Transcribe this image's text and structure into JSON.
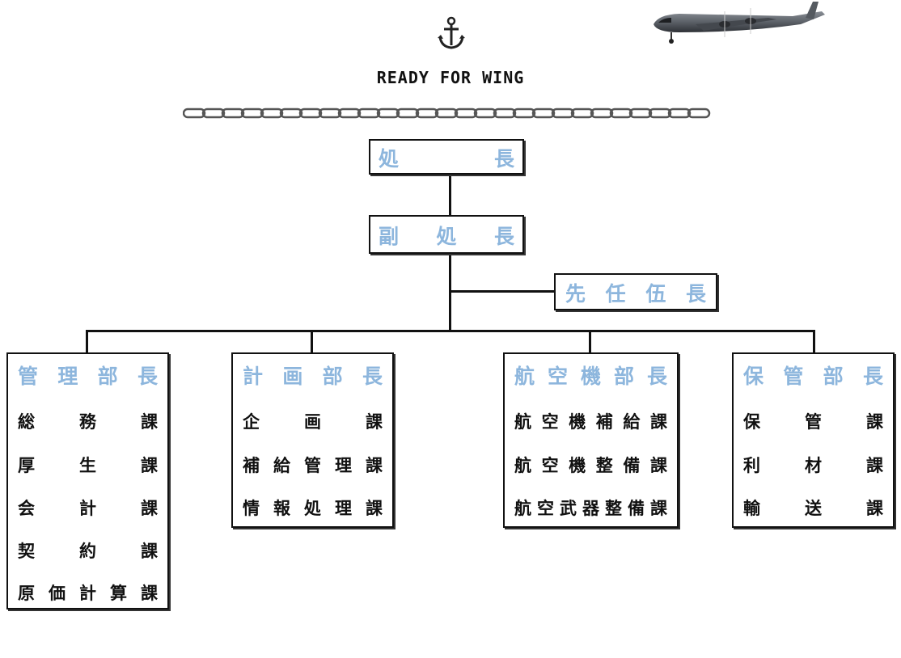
{
  "header": {
    "motto": "READY FOR WING"
  },
  "org": {
    "commander": "処長",
    "vice": "副処長",
    "senior_nco": "先任伍長",
    "departments": [
      {
        "title": "管理部長",
        "sections": [
          "総務課",
          "厚生課",
          "会計課",
          "契約課",
          "原価計算課"
        ]
      },
      {
        "title": "計画部長",
        "sections": [
          "企画課",
          "補給管理課",
          "情報処理課"
        ]
      },
      {
        "title": "航空機部長",
        "sections": [
          "航空機補給課",
          "航空機整備課",
          "航空武器整備課"
        ]
      },
      {
        "title": "保管部長",
        "sections": [
          "保管課",
          "利材課",
          "輸送課"
        ]
      }
    ]
  },
  "colors": {
    "title_blue": "#8db6dd",
    "line": "#111111"
  },
  "icons": [
    "anchor-icon",
    "aircraft-image",
    "chain-divider"
  ]
}
